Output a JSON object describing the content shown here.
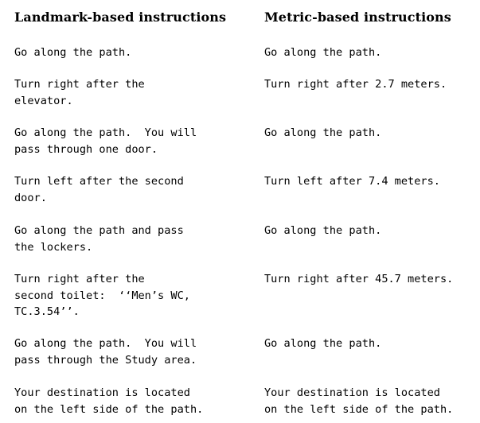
{
  "headers": {
    "landmark": "Landmark-based instructions",
    "metric": "Metric-based instructions"
  },
  "rows": [
    {
      "landmark": "Go along the path.",
      "metric": "Go along the path."
    },
    {
      "landmark": "Turn right after the\nelevator.",
      "metric": "Turn right after 2.7 meters."
    },
    {
      "landmark": "Go along the path.  You will\npass through one door.",
      "metric": "Go along the path."
    },
    {
      "landmark": "Turn left after the second\ndoor.",
      "metric": "Turn left after 7.4 meters."
    },
    {
      "landmark": "Go along the path and pass\nthe lockers.",
      "metric": "Go along the path."
    },
    {
      "landmark": "Turn right after the\nsecond toilet:  ‘‘Men’s WC,\nTC.3.54’’.",
      "metric": "Turn right after 45.7 meters."
    },
    {
      "landmark": "Go along the path.  You will\npass through the Study area.",
      "metric": "Go along the path."
    },
    {
      "landmark": "Your destination is located\non the left side of the path.",
      "metric": "Your destination is located\non the left side of the path."
    }
  ]
}
